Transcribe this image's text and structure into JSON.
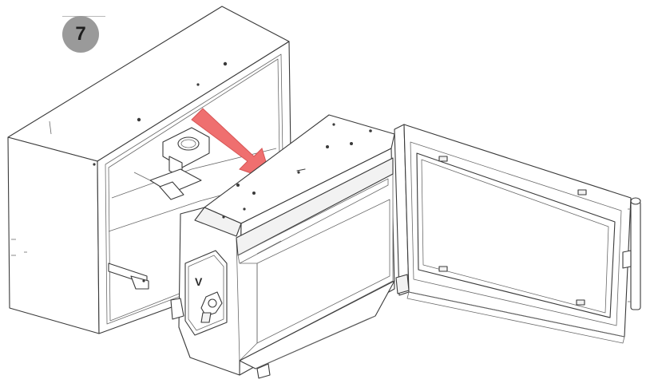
{
  "step": {
    "number": "7"
  },
  "colors": {
    "badge_fill": "#9a9a9a",
    "badge_text": "#1e1e1e",
    "arrow_fill": "#ef6f6f",
    "line": "#3a3a3a"
  },
  "door_label": "V",
  "icons": [
    "step-badge",
    "arrow-insert-direction"
  ]
}
